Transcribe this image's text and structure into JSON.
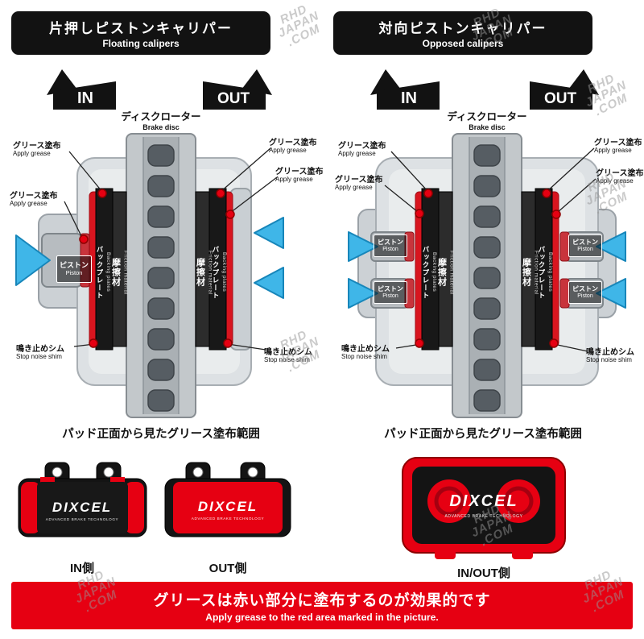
{
  "headers": {
    "left": {
      "jp": "片押しピストンキャリパー",
      "en": "Floating calipers"
    },
    "right": {
      "jp": "対向ピストンキャリパー",
      "en": "Opposed calipers"
    }
  },
  "arrows": {
    "in": "IN",
    "out": "OUT"
  },
  "disc": {
    "jp": "ディスクローター",
    "en": "Brake disc"
  },
  "callouts": {
    "grease": {
      "jp": "グリース塗布",
      "en": "Apply grease"
    },
    "piston": {
      "jp": "ピストン",
      "en": "Piston"
    },
    "shim": {
      "jp": "鳴き止めシム",
      "en": "Stop noise shim"
    }
  },
  "pad_parts": {
    "backing": {
      "jp": "バックプレート",
      "en": "Backing plates"
    },
    "friction": {
      "jp": "摩擦材",
      "en": "Friction material"
    }
  },
  "pad_section": {
    "heading": "パッド正面から見たグリース塗布範囲",
    "brand": {
      "name": "DIXCEL",
      "tagline": "ADVANCED BRAKE TECHNOLOGY"
    },
    "labels": {
      "in": "IN側",
      "out": "OUT側",
      "inout": "IN/OUT側"
    }
  },
  "banner": {
    "jp": "グリースは赤い部分に塗布するのが効果的です",
    "en": "Apply grease to the red area marked in the picture."
  },
  "watermark": {
    "text": "RHD\nJAPAN\n.COM"
  },
  "colors": {
    "red": "#e60012",
    "blue": "#3fb6e8",
    "black": "#121212"
  }
}
